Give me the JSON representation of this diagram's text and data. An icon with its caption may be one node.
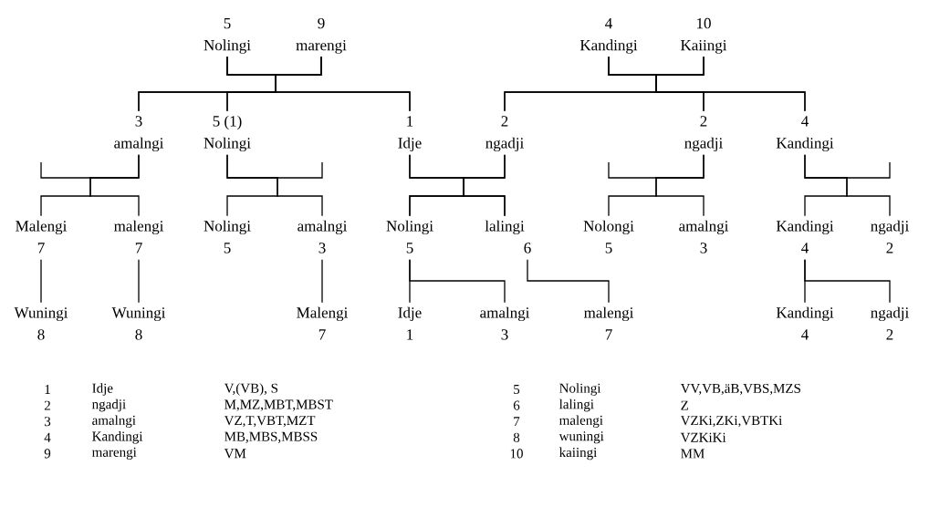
{
  "diagram": {
    "nodes": [
      {
        "text": [
          "5",
          "Nolingi"
        ]
      },
      {
        "text": [
          "9",
          "marengi"
        ]
      },
      {
        "text": [
          "4",
          "Kandingi"
        ]
      },
      {
        "text": [
          "10",
          "Kaiingi"
        ]
      },
      {
        "text": [
          "3",
          "amalngi"
        ]
      },
      {
        "text": [
          "5 (1)",
          "Nolingi"
        ]
      },
      {
        "text": [
          "1",
          "Idje"
        ]
      },
      {
        "text": [
          "2",
          "ngadji"
        ]
      },
      {
        "text": [
          "2",
          "ngadji"
        ]
      },
      {
        "text": [
          "4",
          "Kandingi"
        ]
      },
      {
        "text": [
          "Malengi",
          "7"
        ]
      },
      {
        "text": [
          "malengi",
          "7"
        ]
      },
      {
        "text": [
          "Nolingi",
          "5"
        ]
      },
      {
        "text": [
          "amalngi",
          "3"
        ]
      },
      {
        "text": [
          "Nolingi",
          "5"
        ]
      },
      {
        "text": [
          "lalingi",
          "6"
        ]
      },
      {
        "text": [
          "Nolongi",
          "5"
        ]
      },
      {
        "text": [
          "amalngi",
          "3"
        ]
      },
      {
        "text": [
          "Kandingi",
          "4"
        ]
      },
      {
        "text": [
          "ngadji",
          "2"
        ]
      },
      {
        "text": [
          "Wuningi",
          "8"
        ]
      },
      {
        "text": [
          "Wuningi",
          "8"
        ]
      },
      {
        "text": [
          "Malengi",
          "7"
        ]
      },
      {
        "text": [
          "Idje",
          "1"
        ]
      },
      {
        "text": [
          "amalngi",
          "3"
        ]
      },
      {
        "text": [
          "malengi",
          "7"
        ]
      },
      {
        "text": [
          "Kandingi",
          "4"
        ]
      },
      {
        "text": [
          "ngadji",
          "2"
        ]
      }
    ],
    "edges": [
      {
        "from": 0,
        "to": 4,
        "arrow": "none"
      },
      {
        "from": 0,
        "to": 5,
        "arrow": "none"
      },
      {
        "from": 0,
        "to": 6,
        "arrow": "none"
      },
      {
        "from": 1,
        "to": 4,
        "arrow": "none"
      },
      {
        "from": 1,
        "to": 5,
        "arrow": "none"
      },
      {
        "from": 1,
        "to": 6,
        "arrow": "none"
      },
      {
        "from": 2,
        "to": 7,
        "arrow": "none"
      },
      {
        "from": 2,
        "to": 8,
        "arrow": "none"
      },
      {
        "from": 2,
        "to": 9,
        "arrow": "none"
      },
      {
        "from": 3,
        "to": 7,
        "arrow": "none"
      },
      {
        "from": 3,
        "to": 8,
        "arrow": "none"
      },
      {
        "from": 3,
        "to": 9,
        "arrow": "none"
      },
      {
        "from": 4,
        "to": 10,
        "arrow": "none"
      },
      {
        "from": 4,
        "to": 11,
        "arrow": "none"
      },
      {
        "from": 5,
        "to": 12,
        "arrow": "none"
      },
      {
        "from": 5,
        "to": 13,
        "arrow": "none"
      },
      {
        "from": 6,
        "to": 14,
        "arrow": "none"
      },
      {
        "from": 6,
        "to": 15,
        "arrow": "none"
      },
      {
        "from": 7,
        "to": 14,
        "arrow": "none"
      },
      {
        "from": 7,
        "to": 15,
        "arrow": "none"
      },
      {
        "from": 8,
        "to": 16,
        "arrow": "none"
      },
      {
        "from": 8,
        "to": 17,
        "arrow": "none"
      },
      {
        "from": 9,
        "to": 18,
        "arrow": "none"
      },
      {
        "from": 9,
        "to": 19,
        "arrow": "none"
      },
      {
        "from": 10,
        "to": 20,
        "arrow": "none"
      },
      {
        "from": 11,
        "to": 21,
        "arrow": "none"
      },
      {
        "from": 13,
        "to": 22,
        "arrow": "none"
      },
      {
        "from": 14,
        "to": 23,
        "arrow": "none"
      },
      {
        "from": 14,
        "to": 24,
        "arrow": "none"
      },
      {
        "from": 15,
        "to": 25,
        "arrow": "none"
      },
      {
        "from": 18,
        "to": 26,
        "arrow": "none"
      },
      {
        "from": 18,
        "to": 27,
        "arrow": "none"
      }
    ],
    "labels": [
      "1",
      "Idje",
      "V,(VB), S",
      "5",
      "Nolingi",
      "VV,VB,äB,VBS,MZS",
      "2",
      "ngadji",
      "M,MZ,MBT,MBST",
      "6",
      "lalingi",
      "Z",
      "3",
      "amalngi",
      "VZ,T,VBT,MZT",
      "7",
      "malengi",
      "VZKi,ZKi,VBTKi",
      "4",
      "Kandingi",
      "MB,MBS,MBSS",
      "8",
      "wuningi",
      "VZKiKi",
      "9",
      "marengi",
      "VM",
      "10",
      "kaiingi",
      "MM"
    ]
  }
}
